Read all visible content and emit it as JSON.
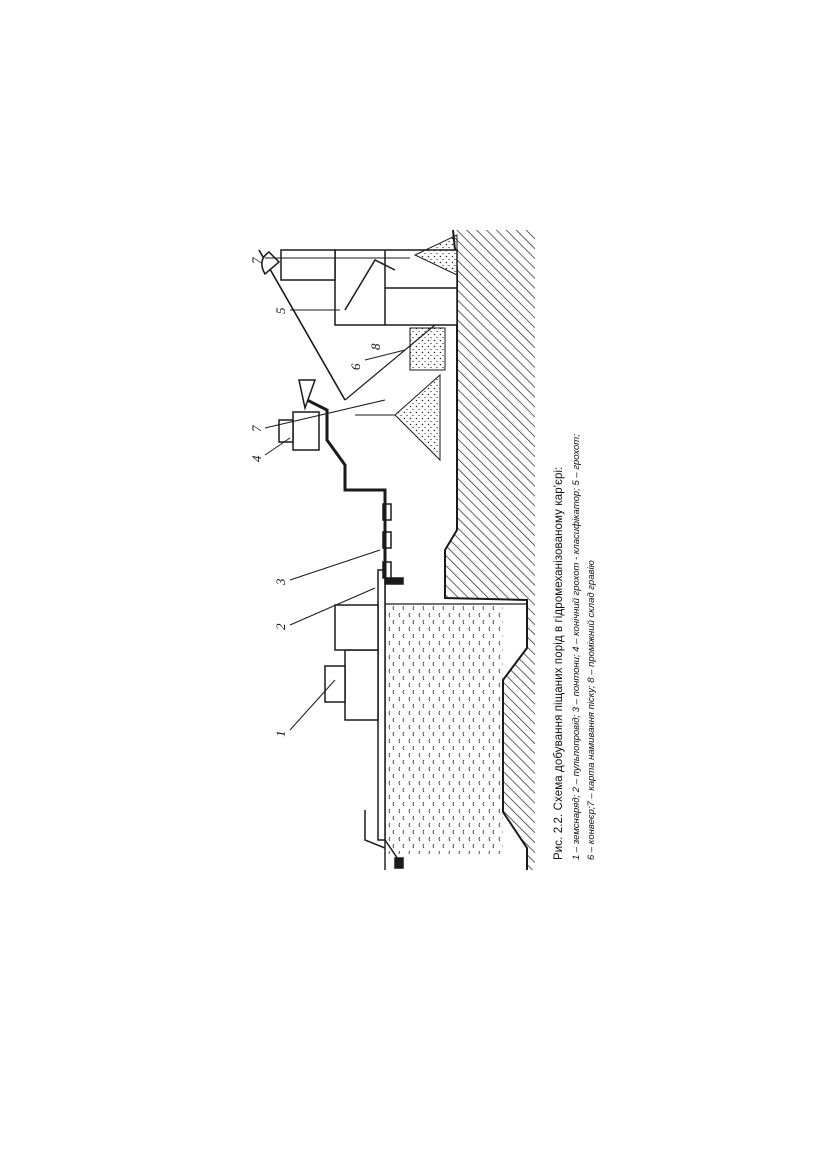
{
  "figure": {
    "caption_title": "Рис. 2.2. Схема добування піщаних порід   в гідромеханізованому кар'єрі:",
    "caption_line_1": "1 – земснаряд; 2 – пульпопровід; 3 – понтони; 4 – конічний грохот - класифікатор; 5 – грохот;",
    "caption_line_2": "6 – конвеєр;7 – карта намивання піску; 8 – проміжний склад гравію",
    "labels": {
      "dredge": "1",
      "pipeline": "2",
      "pontoons": "3",
      "conical_screen": "4",
      "screen": "5",
      "conveyor": "6",
      "sand_map_a": "7",
      "sand_map_b": "7",
      "gravel_store": "8"
    }
  },
  "colors": {
    "ink": "#1a1a1a",
    "paper": "#ffffff"
  }
}
